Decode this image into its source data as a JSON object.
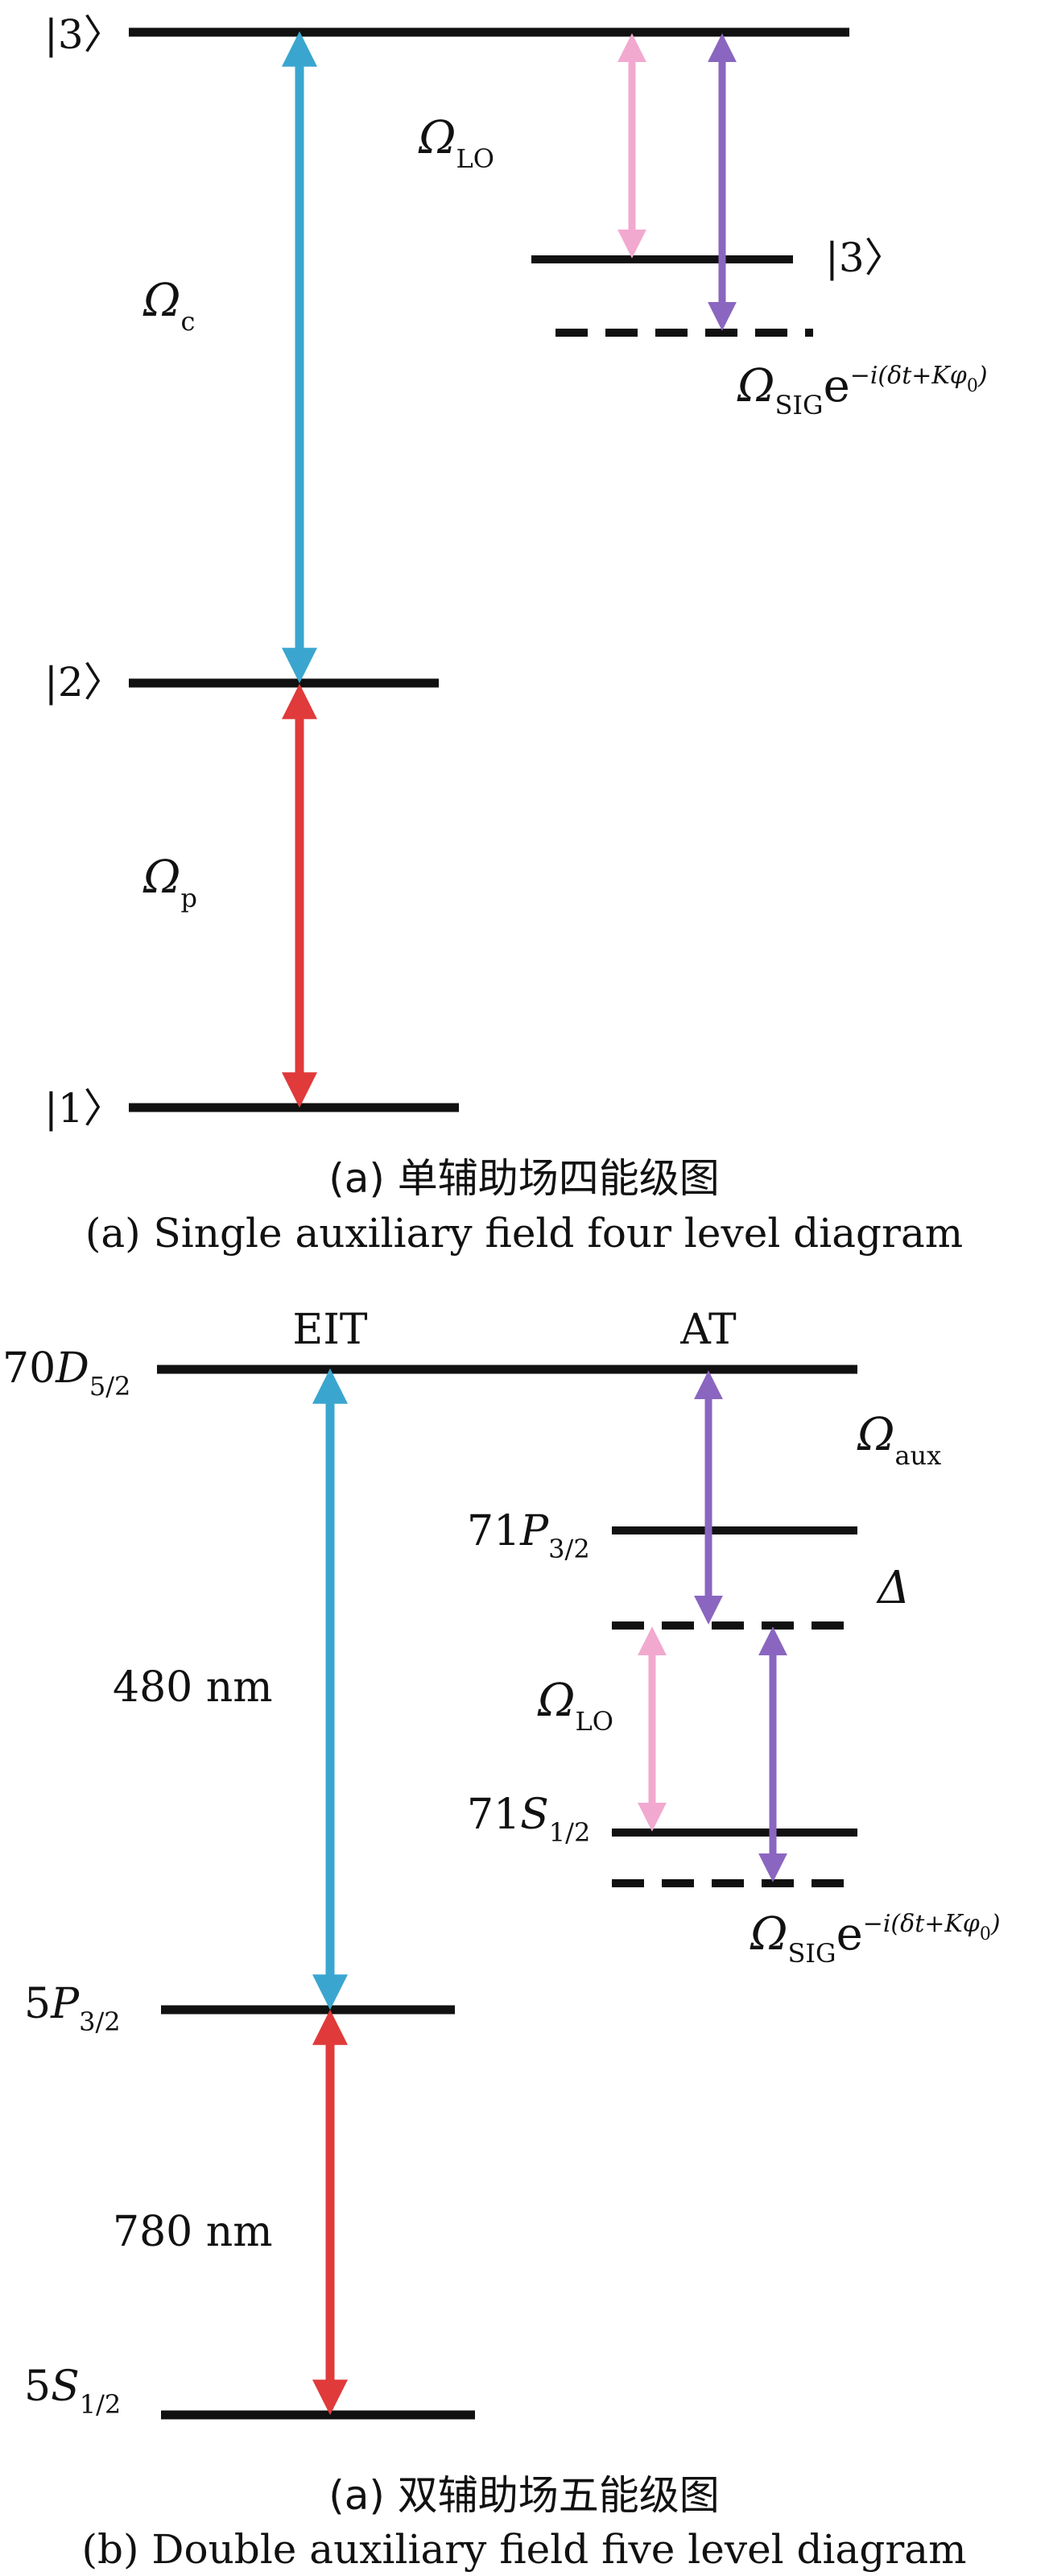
{
  "colors": {
    "cyan": "#3aa6cf",
    "red": "#e03a3a",
    "pink": "#f2a9cf",
    "purple": "#8a66c0",
    "level": "#111111"
  },
  "panel_a": {
    "state_top": "|3〉",
    "state_sub": "|3〉",
    "state_mid": "|2〉",
    "state_bottom": "|1〉",
    "omega_lo": {
      "main": "Ω",
      "sub": "LO"
    },
    "omega_c": {
      "main": "Ω",
      "sub": "c"
    },
    "omega_p": {
      "main": "Ω",
      "sub": "p"
    },
    "omega_sig": {
      "main": "Ω",
      "sub": "SIG",
      "e": "e",
      "exp": "−i(δt+Kφ",
      "exp_sub": "0",
      "exp_end": ")"
    },
    "caption_zh": "(a) 单辅助场四能级图",
    "caption_en": "(a) Single auxiliary field four level diagram"
  },
  "panel_b": {
    "eit": "EIT",
    "at": "AT",
    "level_70d": {
      "pre": "70",
      "letter": "D",
      "sub": "5/2"
    },
    "level_71p": {
      "pre": "71",
      "letter": "P",
      "sub": "3/2"
    },
    "level_71s": {
      "pre": "71",
      "letter": "S",
      "sub": "1/2"
    },
    "level_5p": {
      "pre": "5",
      "letter": "P",
      "sub": "3/2"
    },
    "level_5s": {
      "pre": "5",
      "letter": "S",
      "sub": "1/2"
    },
    "omega_aux": {
      "main": "Ω",
      "sub": "aux"
    },
    "delta": "Δ",
    "omega_lo": {
      "main": "Ω",
      "sub": "LO"
    },
    "omega_sig": {
      "main": "Ω",
      "sub": "SIG",
      "e": "e",
      "exp": "−i(δt+Kφ",
      "exp_sub": "0",
      "exp_end": ")"
    },
    "wl_480": "480 nm",
    "wl_780": "780 nm",
    "caption_zh": "(a) 双辅助场五能级图",
    "caption_en": "(b) Double auxiliary field five level diagram"
  }
}
